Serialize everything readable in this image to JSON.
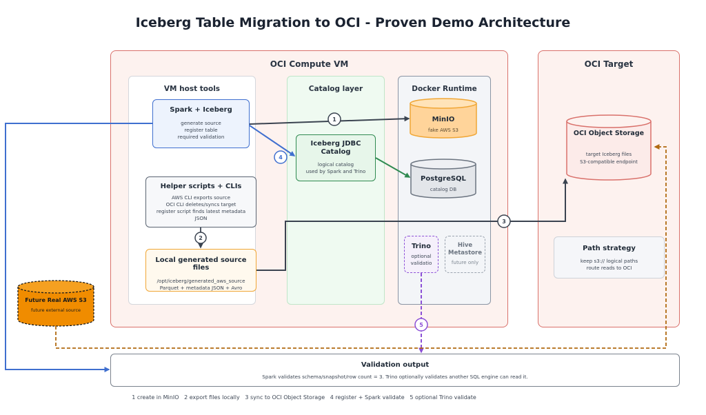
{
  "title": "Iceberg Table Migration to OCI - Proven Demo Architecture",
  "regions": {
    "vm": "OCI Compute VM",
    "target": "OCI Target"
  },
  "lanes": {
    "host": "VM host tools",
    "catalog": "Catalog layer",
    "docker": "Docker Runtime"
  },
  "nodes": {
    "spark": {
      "title": "Spark + Iceberg",
      "l1": "generate source",
      "l2": "register table",
      "l3": "required validation"
    },
    "helper": {
      "title": "Helper scripts + CLIs",
      "l1": "AWS CLI exports source",
      "l2": "OCI CLI deletes/syncs target",
      "l3": "register script finds latest metadata",
      "l4": "JSON"
    },
    "local": {
      "title": "Local generated source files",
      "l1": "/opt/iceberg/generated_aws_source",
      "l2": "Parquet + metadata JSON + Avro"
    },
    "jdbc": {
      "title1": "Iceberg JDBC",
      "title2": "Catalog",
      "l1": "logical catalog",
      "l2": "used by Spark and Trino"
    },
    "minio": {
      "title": "MinIO",
      "sub": "fake AWS S3"
    },
    "postgres": {
      "title": "PostgreSQL",
      "sub": "catalog DB"
    },
    "trino": {
      "title": "Trino",
      "l1": "optional",
      "l2": "validatio"
    },
    "hive": {
      "title1": "Hive",
      "title2": "Metastore",
      "sub": "future only"
    },
    "oci_storage": {
      "title": "OCI Object Storage",
      "l1": "target Iceberg files",
      "l2": "S3-compatible endpoint"
    },
    "path": {
      "title": "Path strategy",
      "l1": "keep s3:// logical paths",
      "l2": "route reads to OCI"
    },
    "aws": {
      "title": "Future Real AWS S3",
      "sub": "future external source"
    },
    "validation": {
      "title": "Validation output",
      "text": "Spark validates schema/snapshot/row count = 3. Trino optionally validates another SQL engine can read it."
    }
  },
  "badges": [
    "1",
    "2",
    "3",
    "4",
    "5"
  ],
  "legend": "1 create in MinIO   2 export files locally   3 sync to OCI Object Storage   4 register + Spark validate   5 optional Trino validate",
  "colors": {
    "region_border": "#d9706a",
    "spark_blue": "#3f6fcf",
    "catalog_green": "#2f8a50",
    "minio_orange": "#f0a635",
    "trino_purple": "#8b4fd6",
    "aws_orange": "#f08c00",
    "dark_arrow": "#3a4350",
    "aws_dashed": "#b06a10"
  }
}
